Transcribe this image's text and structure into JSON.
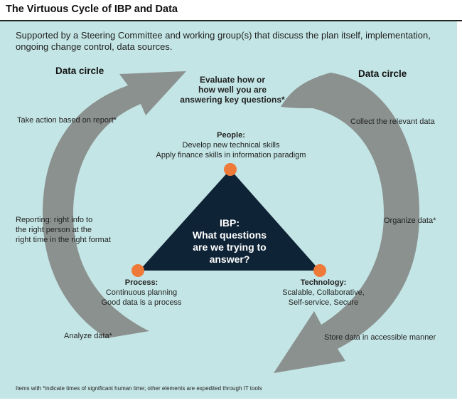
{
  "title": "The Virtuous Cycle of IBP and Data",
  "subtitle": "Supported by a Steering Committee and working group(s) that discuss the plan itself, implementation, ongoing change control, data sources.",
  "data_circle_left": "Data circle",
  "data_circle_right": "Data circle",
  "evaluate": [
    "Evaluate how or",
    "how well you are",
    "answering key questions*"
  ],
  "left_steps": {
    "take_action": "Take action based on report*",
    "reporting": [
      "Reporting: right info to",
      "the right person at the",
      "right time in the right format"
    ],
    "analyze": "Analyze data*"
  },
  "right_steps": {
    "collect": "Collect the relevant data",
    "organize": "Organize data*",
    "store": "Store data in accessible manner"
  },
  "people": {
    "title": "People:",
    "lines": [
      "Develop new technical skills",
      "Apply finance skills in information paradigm"
    ]
  },
  "process": {
    "title": "Process:",
    "lines": [
      "Continuous planning",
      "Good data is a process"
    ]
  },
  "technology": {
    "title": "Technology:",
    "lines": [
      "Scalable, Collaborative,",
      "Self-service, Secure"
    ]
  },
  "center": [
    "IBP:",
    "What questions",
    "are we trying to answer?"
  ],
  "footnote": "Items with *indicate times of significant human time; other elements are expedited through IT tools",
  "colors": {
    "panel": "#c4e5e5",
    "arrow": "#8a918f",
    "triangle": "#0f2336",
    "node": "#ee7a3a"
  }
}
